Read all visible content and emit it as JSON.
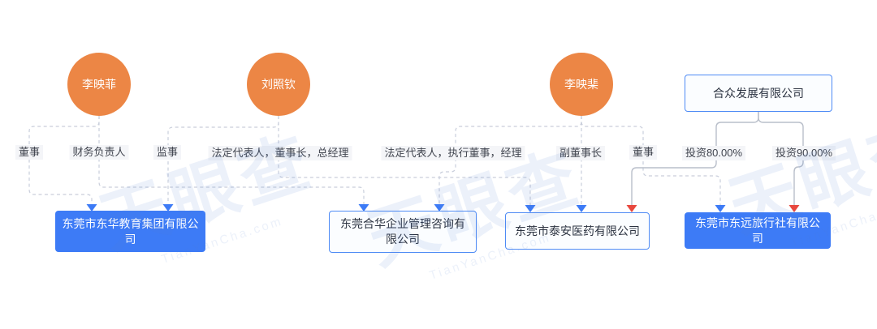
{
  "persons": {
    "p1": {
      "name": "李映菲"
    },
    "p2": {
      "name": "刘照钦"
    },
    "p3": {
      "name": "李映棐"
    }
  },
  "companies": {
    "holding": {
      "name": "合众发展有限公司"
    },
    "c1": {
      "name": "东莞市东华教育集团有限公司"
    },
    "c2": {
      "name": "东莞合华企业管理咨询有限公司"
    },
    "c3": {
      "name": "东莞市泰安医药有限公司"
    },
    "c4": {
      "name": "东莞市东远旅行社有限公司"
    }
  },
  "relations": [
    {
      "from": "李映菲",
      "label": "董事",
      "to": "东莞市东华教育集团有限公司",
      "line": "dashed"
    },
    {
      "from": "李映菲",
      "label": "财务负责人",
      "to": "东莞合华企业管理咨询有限公司",
      "line": "dashed"
    },
    {
      "from": "刘照钦",
      "label": "监事",
      "to": "东莞市东华教育集团有限公司",
      "line": "dashed"
    },
    {
      "from": "刘照钦",
      "label": "法定代表人，董事长，总经理",
      "to": "东莞市泰安医药有限公司",
      "line": "dashed"
    },
    {
      "from": "李映棐",
      "label": "法定代表人，执行董事，经理",
      "to": "东莞合华企业管理咨询有限公司",
      "line": "dashed"
    },
    {
      "from": "李映棐",
      "label": "副董事长",
      "to": "东莞市泰安医药有限公司",
      "line": "dashed"
    },
    {
      "from": "李映棐",
      "label": "董事",
      "to": "东莞市东远旅行社有限公司",
      "line": "dashed"
    },
    {
      "from": "合众发展有限公司",
      "label": "投资80.00%",
      "to": "东莞市泰安医药有限公司",
      "line": "solid"
    },
    {
      "from": "合众发展有限公司",
      "label": "投资90.00%",
      "to": "东莞市东远旅行社有限公司",
      "line": "solid"
    }
  ],
  "colors": {
    "person_node": "#EC8645",
    "company_solid": "#3D7BF6",
    "company_light_border": "#4E8BF5",
    "arrow_blue": "#3D7BF6",
    "arrow_red": "#E8483E",
    "dashed_edge": "#C9CEDB",
    "invest_edge": "#B9BFCA"
  },
  "watermark": {
    "logo_text": "天眼查",
    "url_text": "TianYanCha.com"
  }
}
